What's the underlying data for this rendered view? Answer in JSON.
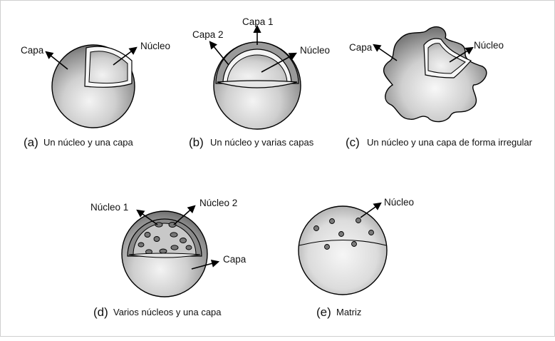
{
  "diagrams": {
    "a": {
      "letter": "(a)",
      "caption": "Un núcleo y una capa",
      "layer_label": "Capa",
      "core_label": "Núcleo"
    },
    "b": {
      "letter": "(b)",
      "caption": "Un núcleo y varias capas",
      "layer1_label": "Capa 1",
      "layer2_label": "Capa 2",
      "core_label": "Núcleo"
    },
    "c": {
      "letter": "(c)",
      "caption": "Un núcleo y una capa de forma irregular",
      "layer_label": "Capa",
      "core_label": "Núcleo"
    },
    "d": {
      "letter": "(d)",
      "caption": "Varios núcleos y una capa",
      "core1_label": "Núcleo 1",
      "core2_label": "Núcleo 2",
      "layer_label": "Capa"
    },
    "e": {
      "letter": "(e)",
      "caption": "Matriz",
      "core_label": "Núcleo"
    }
  }
}
